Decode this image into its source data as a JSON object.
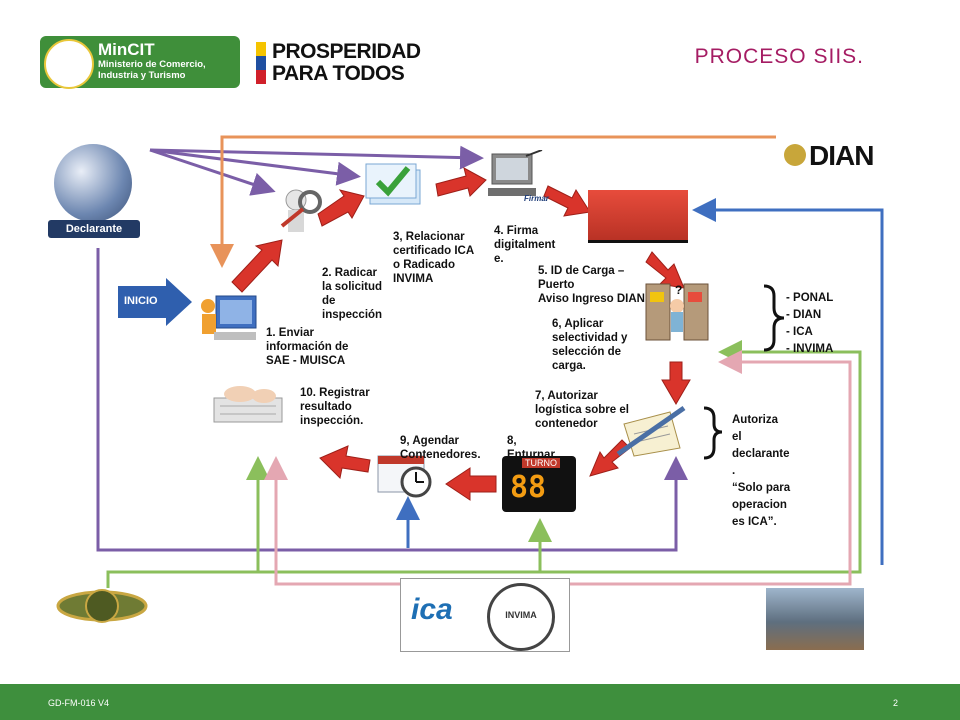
{
  "header": {
    "mincit_name": "MinCIT",
    "mincit_sub": "Ministerio de Comercio, Industria y Turismo",
    "prosperidad_line1": "PROSPERIDAD",
    "prosperidad_line2": "PARA TODOS",
    "title": "PROCESO SIIS."
  },
  "actors": {
    "declarante": "Declarante",
    "inicio": "INICIO",
    "dian": "DIAN",
    "ica": "ica",
    "invima": "INVIMA",
    "turno": "TURNO",
    "turno_digits": "88",
    "firmar": "Firmar"
  },
  "steps": {
    "s1": [
      "1. Enviar",
      "información de",
      "SAE - MUISCA"
    ],
    "s2": [
      "2. Radicar",
      "la solicitud",
      "de",
      "inspección"
    ],
    "s3": [
      "3, Relacionar",
      "certificado ICA",
      "o Radicado",
      "INVIMA"
    ],
    "s4": [
      "4. Firma",
      "digitalment",
      "e."
    ],
    "s5": [
      "5. ID de Carga –",
      "Puerto",
      "Aviso Ingreso DIAN"
    ],
    "s6": [
      "6, Aplicar",
      "selectividad y",
      "selección de",
      "carga."
    ],
    "s7": [
      "7, Autorizar",
      "logística sobre el",
      "contenedor"
    ],
    "s8": [
      "8,",
      "Enturnar."
    ],
    "s9": [
      "9, Agendar",
      "Contenedores."
    ],
    "s10": [
      "10. Registrar",
      "resultado",
      "inspección."
    ]
  },
  "entities": [
    "- PONAL",
    "- DIAN",
    "- ICA",
    "- INVIMA"
  ],
  "autoriza": [
    "Autoriza",
    "el",
    "declarante",
    ".",
    "“Solo para",
    "operacion",
    "es ICA”."
  ],
  "footer": {
    "code": "GD-FM-016 V4",
    "page": "2"
  },
  "colors": {
    "title": "#a51c63",
    "green": "#3e8f3d",
    "arrow_red": "#d9342b",
    "line_purple": "#7b5ea7",
    "line_orange": "#e8935a",
    "line_blue": "#3f6fc0",
    "line_green": "#8bbf5c",
    "line_pink": "#e4a7b2"
  }
}
